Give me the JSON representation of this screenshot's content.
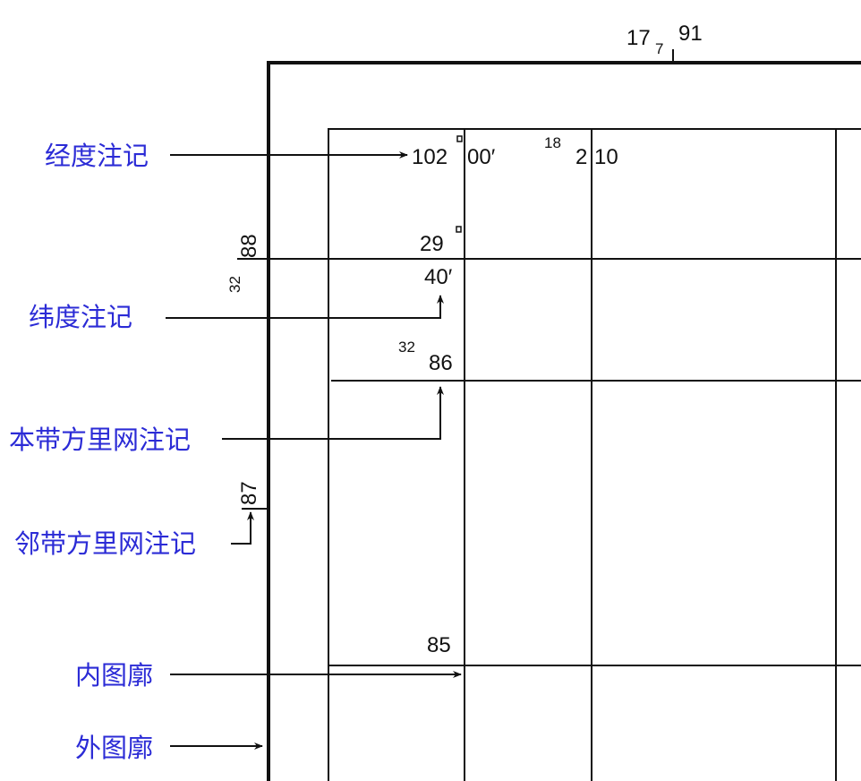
{
  "colors": {
    "label": "#2b2bd6",
    "line": "#111111"
  },
  "labels": {
    "longitude": "经度注记",
    "latitude": "纬度注记",
    "own_grid": "本带方里网注记",
    "adjacent_grid": "邻带方里网注记",
    "inner_frame": "内图廓",
    "outer_frame": "外图廓"
  },
  "annotations": {
    "top_tick_a": "17",
    "top_tick_b": "7",
    "top_tick_c": "91",
    "lon_deg": "102",
    "lon_min": "00′",
    "grid_x_sup": "18",
    "grid_x_sub": "2",
    "grid_x_main": "10",
    "lat_deg": "29",
    "lat_min": "40′",
    "left_grid_sup": "32",
    "left_grid_main": "88",
    "grid_y_sup": "32",
    "grid_y_main": "86",
    "adjacent_main": "87",
    "grid_85": "85"
  }
}
